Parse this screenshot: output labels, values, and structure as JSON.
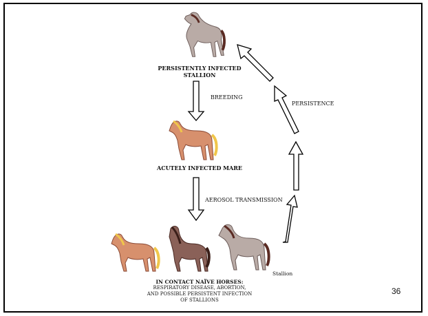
{
  "diagram": {
    "top_label": [
      "PERSISTENTLY INFECTED",
      "STALLION"
    ],
    "breeding_label": "BREEDING",
    "mare_label": "ACUTELY INFECTED MARE",
    "aerosol_label": "AEROSOL TRANSMISSION",
    "persistence_label": "PERSISTENCE",
    "stallion_label": "Stallion",
    "bottom_title": "IN CONTACT NAÏVE HORSES:",
    "bottom_lines": [
      "RESPIRATORY DISEASE, ABORTION,",
      "AND POSSIBLE PERSISTENT INFECTION",
      "OF STALLIONS"
    ]
  },
  "page_number": "36",
  "colors": {
    "grey_horse": "#b9aba6",
    "chestnut_horse": "#d7906d",
    "bay_horse": "#8a6158",
    "mane_dark": "#5a2a22",
    "mane_blonde": "#f0c64b"
  },
  "icons": [
    "horse-icon"
  ]
}
